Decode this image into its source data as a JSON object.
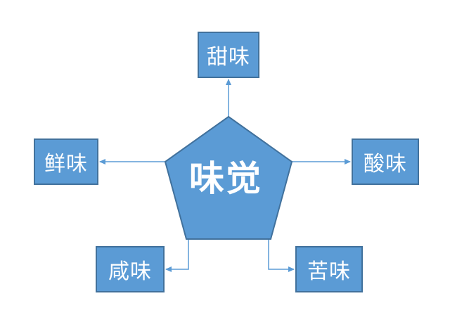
{
  "colors": {
    "fill": "#5b9bd5",
    "stroke": "#41719c",
    "text": "#ffffff",
    "connector": "#5b9bd5"
  },
  "center": {
    "label": "味觉"
  },
  "nodes": {
    "sweet": {
      "label": "甜味"
    },
    "umami": {
      "label": "鲜味"
    },
    "sour": {
      "label": "酸味"
    },
    "salty": {
      "label": "咸味"
    },
    "bitter": {
      "label": "苦味"
    }
  }
}
